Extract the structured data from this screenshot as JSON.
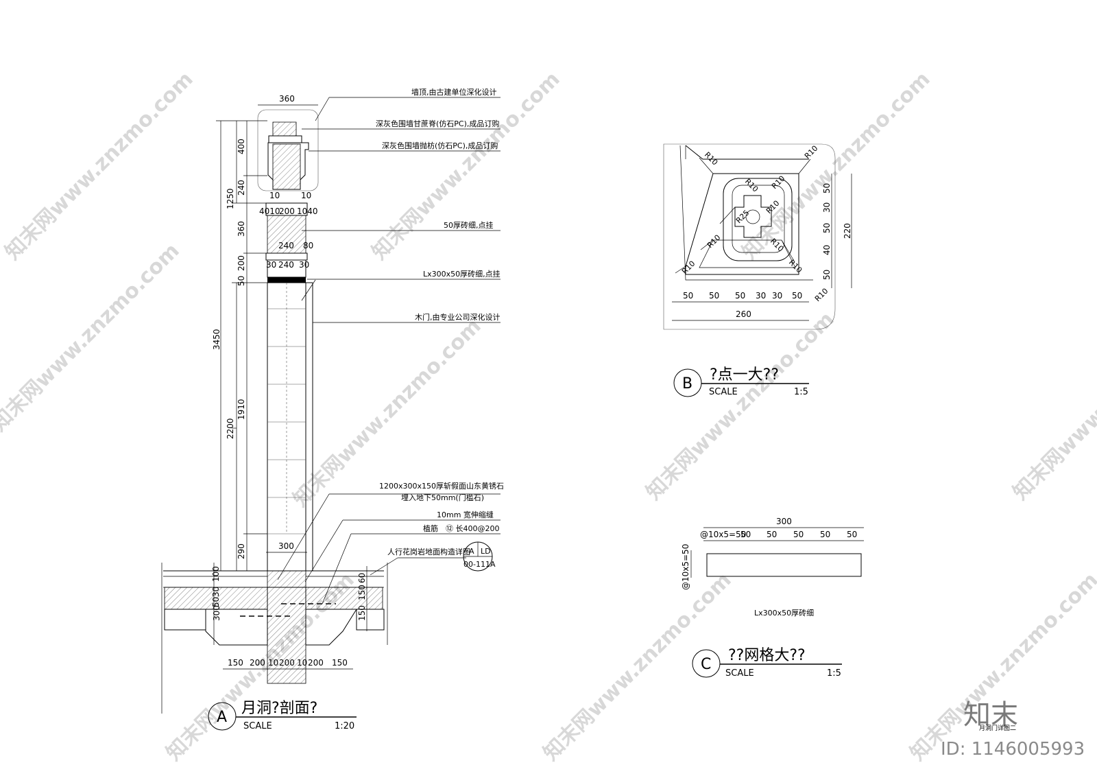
{
  "sectionA": {
    "top_width": "360",
    "notes": [
      "墙顶,由古建单位深化设计",
      "深灰色围墙甘蔗脊(仿石PC),成品订购",
      "深灰色围墙抛枋(仿石PC),成品订购",
      "50厚砖细,点挂",
      "Lx300x50厚砖细,点挂",
      "木门,由专业公司深化设计",
      "1200x300x150厚斩假面山东黄锈石",
      "埋入地下50mm(门槛石)",
      "10mm 宽伸缩缝",
      "植筋　⑫ 长400@200",
      "人行花岗岩地面构造详图"
    ],
    "overall_dims": [
      "1250",
      "3450",
      "2200",
      "300"
    ],
    "left_dims": [
      "400",
      "240",
      "360",
      "200",
      "50",
      "1910",
      "290",
      "100",
      "30",
      "50",
      "300"
    ],
    "width_dims": [
      "10",
      "10",
      "4010",
      "200",
      "1040",
      "240",
      "80",
      "30",
      "240",
      "30",
      "300"
    ],
    "right_dims": [
      "60",
      "150",
      "150"
    ],
    "bottom_dims": [
      "150",
      "200",
      "10",
      "200",
      "10",
      "200",
      "150"
    ],
    "ref_tag": {
      "letter": "A",
      "sheet": "LD",
      "code": "00-111A"
    },
    "title": {
      "letter": "A",
      "text": "月洞?剖面?",
      "scale_label": "SCALE",
      "scale": "1:20"
    }
  },
  "detailB": {
    "radii": [
      "R10",
      "R10",
      "R10",
      "R10",
      "R25",
      "R10",
      "R10",
      "R10",
      "R10",
      "R10",
      "R10"
    ],
    "bottom_dims": [
      "50",
      "50",
      "50",
      "30",
      "30",
      "50"
    ],
    "total_width": "260",
    "right_dims": [
      "50",
      "30",
      "50",
      "40",
      "50"
    ],
    "total_height": "220",
    "title": {
      "letter": "B",
      "text": "?点一大??",
      "scale_label": "SCALE",
      "scale": "1:5"
    }
  },
  "detailC": {
    "total_width": "300",
    "top_dims": [
      "@10x5=50",
      "50",
      "50",
      "50",
      "50",
      "50"
    ],
    "side_dim": "@10x5=50",
    "caption": "Lx300x50厚砖细",
    "title": {
      "letter": "C",
      "text": "??网格大??",
      "scale_label": "SCALE",
      "scale": "1:5"
    }
  },
  "watermarks": {
    "text": "知末网www.znzmo.com",
    "logo": "知末",
    "small": "月洞门详图二",
    "id": "ID: 1146005993"
  }
}
